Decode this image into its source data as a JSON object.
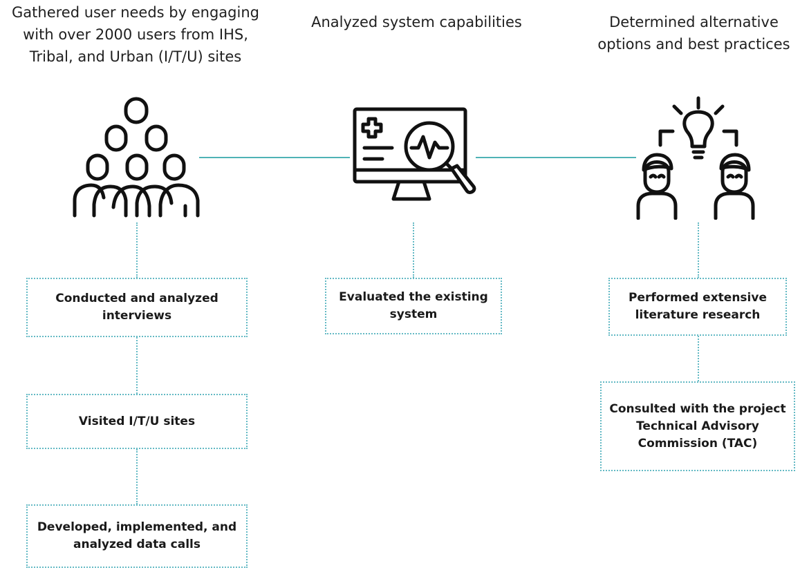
{
  "columns": [
    {
      "heading_lines": [
        "Gathered user needs by engaging",
        "with over 2000 users from IHS,",
        "Tribal, and Urban (I/T/U) sites"
      ],
      "icon": "people-group-icon",
      "steps": [
        [
          "Conducted and analyzed",
          "interviews"
        ],
        [
          "Visited I/T/U sites"
        ],
        [
          "Developed, implemented, and",
          "analyzed data calls"
        ]
      ]
    },
    {
      "heading_lines": [
        "Analyzed system capabilities"
      ],
      "icon": "monitor-magnifier-icon",
      "steps": [
        [
          "Evaluated the existing",
          "system"
        ]
      ]
    },
    {
      "heading_lines": [
        "Determined alternative",
        "options and best practices"
      ],
      "icon": "people-lightbulb-icon",
      "steps": [
        [
          "Performed extensive",
          "literature research"
        ],
        [
          "Consulted with the project",
          "Technical Advisory",
          "Commission (TAC)"
        ]
      ]
    }
  ],
  "colors": {
    "connector": "#4fb3b5",
    "dotted_border": "#63b9c4",
    "icon_stroke": "#111111"
  }
}
